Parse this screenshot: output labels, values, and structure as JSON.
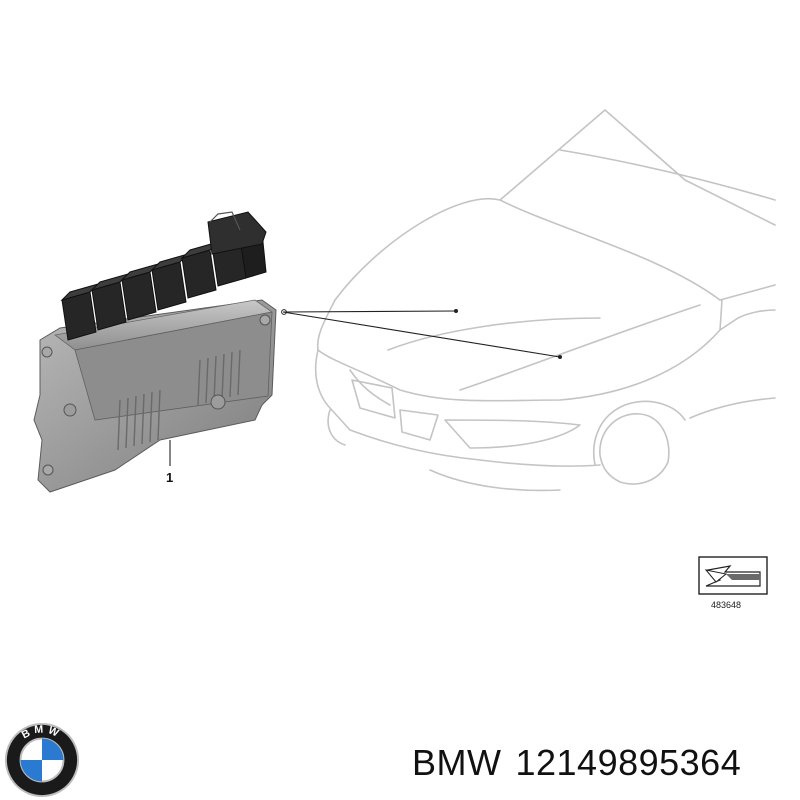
{
  "diagram": {
    "part_label": "1",
    "reference_number": "483648"
  },
  "caption": {
    "brand": "BMW",
    "part_number": "12149895364"
  },
  "logo": {
    "text": "BMW",
    "colors": {
      "ring": "#1a1a1a",
      "blue": "#2b7ad1",
      "white": "#ffffff",
      "silver": "#bdbdbd"
    }
  },
  "colors": {
    "car_outline": "#c4c4c4",
    "module_body": "#9a9a9a",
    "connector": "#2a2a2a",
    "leader_line": "#222222"
  }
}
